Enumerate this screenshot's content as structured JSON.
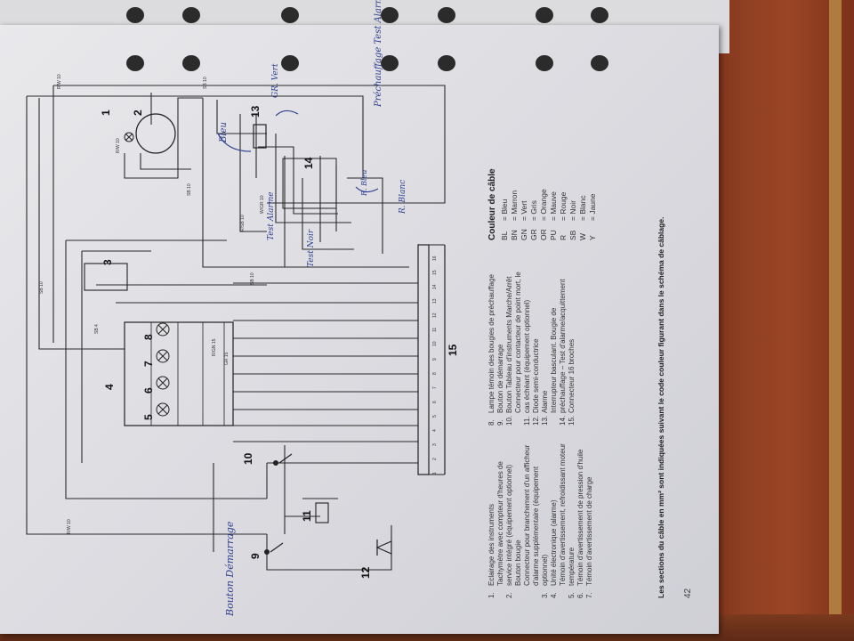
{
  "page_number": "42",
  "footer_note": "Les sections du câble en mm² sont indiquées suivant le code couleur figurant dans le schéma de câblage.",
  "legend": [
    {
      "num": "1.",
      "text": "Eclairage des instruments"
    },
    {
      "num": "2.",
      "text": "Tachymètre avec compteur d'heures de service intégré (équipement optionnel)"
    },
    {
      "num": "",
      "text": "Bouton bougie"
    },
    {
      "num": "3.",
      "text": "Connecteur pour branchement d'un afficheur d'alarme supplémentaire (équipement optionnel)"
    },
    {
      "num": "4.",
      "text": "Unité électronique (alarme)"
    },
    {
      "num": "5.",
      "text": "Témoin d'avertissement, refroidissant moteur température"
    },
    {
      "num": "6.",
      "text": "Témoin d'avertissement de pression d'huile"
    },
    {
      "num": "7.",
      "text": "Témoin d'avertissement de charge"
    },
    {
      "num": "8.",
      "text": "Lampe témoin des bougies de préchauffage"
    },
    {
      "num": "9.",
      "text": "Bouton de démarrage"
    },
    {
      "num": "10.",
      "text": "Bouton Tableau d'instruments Marche/Arrêt"
    },
    {
      "num": "11.",
      "text": "Connecteur pour contacteur de point mort, le cas échéant (équipement optionnel)"
    },
    {
      "num": "12.",
      "text": "Diode semi-conductrice"
    },
    {
      "num": "13.",
      "text": "Alarme"
    },
    {
      "num": "14.",
      "text": "Interrupteur basculant. Bougie de préchauffage – Test d'alarme/acquittement"
    },
    {
      "num": "15.",
      "text": "Connecteur 16 broches"
    }
  ],
  "cable_colors": {
    "title": "Couleur de câble",
    "rows": [
      {
        "code": "BL",
        "name": "Bleu"
      },
      {
        "code": "BN",
        "name": "Marron"
      },
      {
        "code": "GN",
        "name": "Vert"
      },
      {
        "code": "GR",
        "name": "Gris"
      },
      {
        "code": "OR",
        "name": "Orange"
      },
      {
        "code": "PU",
        "name": "Mauve"
      },
      {
        "code": "R",
        "name": "Rouge"
      },
      {
        "code": "SB",
        "name": "Noir"
      },
      {
        "code": "W",
        "name": "Blanc"
      },
      {
        "code": "Y",
        "name": "Jaune"
      }
    ]
  },
  "component_numbers": [
    "1",
    "2",
    "3",
    "4",
    "5",
    "6",
    "7",
    "8",
    "9",
    "10",
    "11",
    "12",
    "13",
    "14",
    "15"
  ],
  "connector_pins": [
    "1",
    "2",
    "3",
    "4",
    "5",
    "6",
    "7",
    "8",
    "9",
    "10",
    "11",
    "12",
    "13",
    "14",
    "15",
    "16"
  ],
  "wire_labels": {
    "sb10_a": "SB 10",
    "sb10_b": "SB 10",
    "sb10_c": "SB 10",
    "sb10_d": "SB 10",
    "rw10_a": "R/W 10",
    "rw10_b": "R/W 10",
    "rw10_c": "R/W 10",
    "rsb10": "R/SB 10",
    "wgr10": "W/GR 10",
    "rgn15": "R/GN 15",
    "gr15": "GR 15",
    "sb4": "SB 4"
  },
  "handwritten": {
    "bouton_demarrage": "Bouton Démarrage",
    "prechauffage": "Préchauffage Test Alarme",
    "bleu": "Bleu",
    "test_alarme": "Test Alarme",
    "test_noir": "Test Noir",
    "r_blanc": "R. Blanc",
    "r_bleu": "R. Bleu",
    "gr_vert": "GR. Vert"
  },
  "colors": {
    "ink": "#222222",
    "pen": "#2d3f8f",
    "paper": "#e2e2e6"
  }
}
